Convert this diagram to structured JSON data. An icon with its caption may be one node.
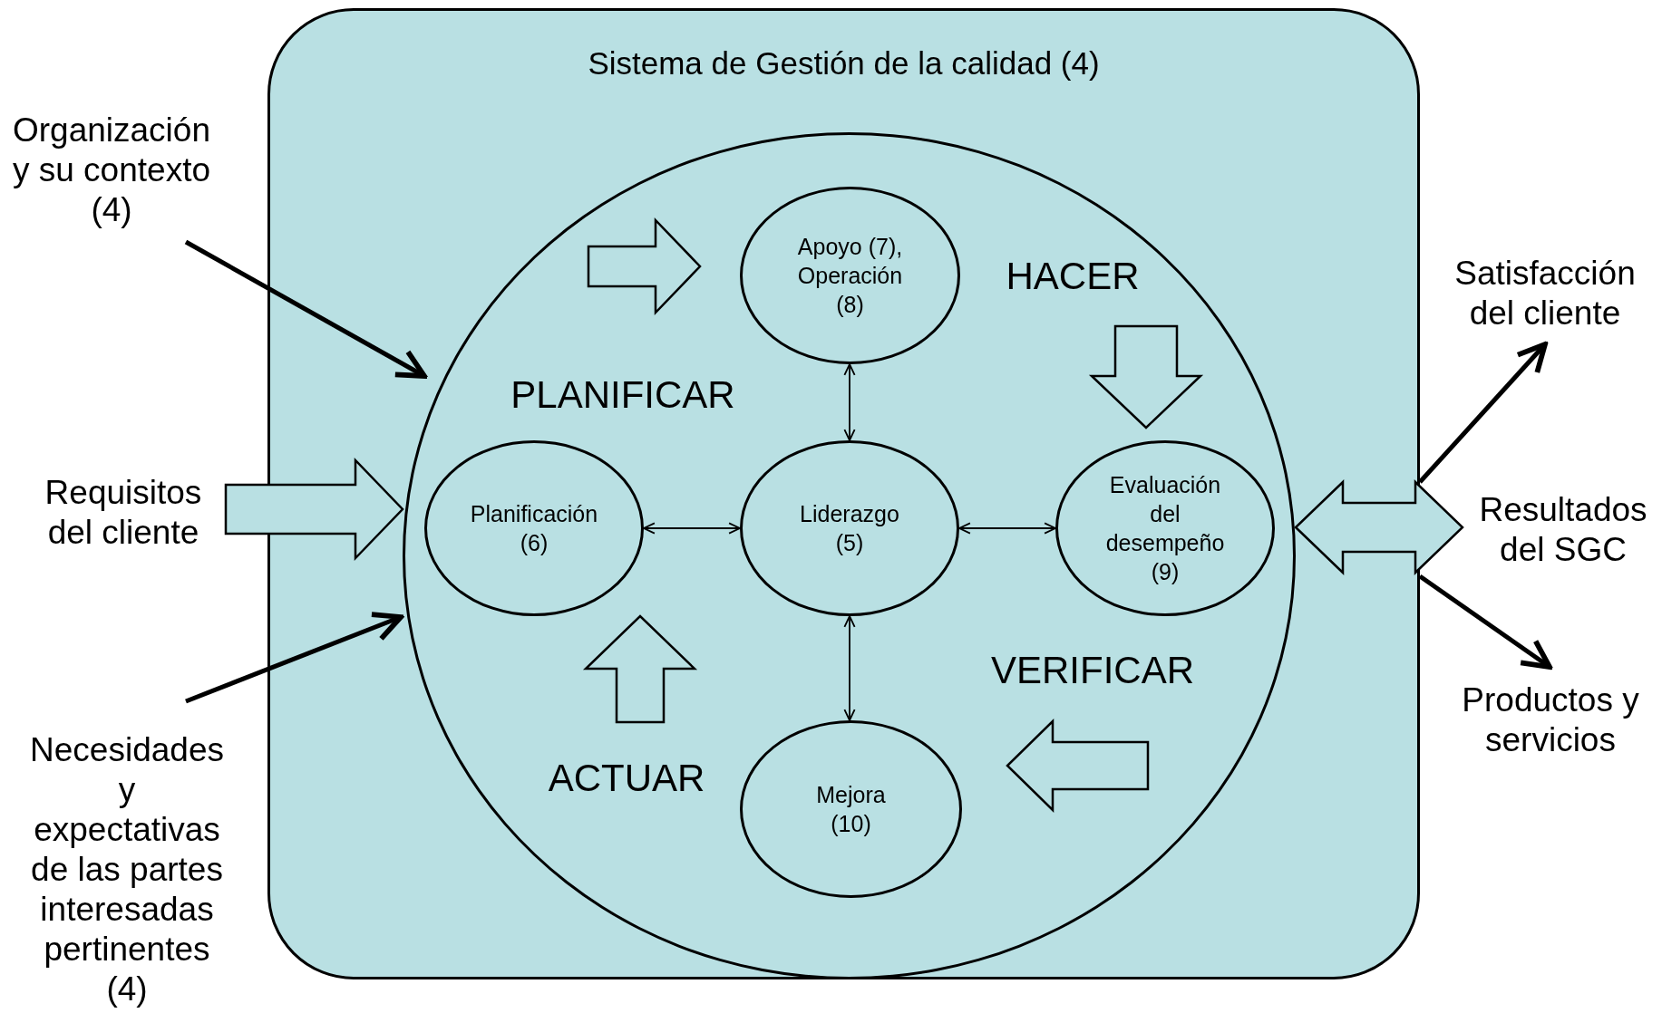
{
  "diagram": {
    "nodes": [
      {
        "text": [
          "Sistema de Gestión de la calidad (4)"
        ]
      },
      {
        "text": [],
        "shape": "circle",
        "in": 0
      },
      {
        "text": [
          "Apoyo (7), Operación (8)"
        ],
        "in": 1
      },
      {
        "text": [
          "Planificación (6)"
        ],
        "in": 1
      },
      {
        "text": [
          "Liderazgo (5)"
        ],
        "in": 1
      },
      {
        "text": [
          "Evaluación del desempeño (9)"
        ],
        "in": 1
      },
      {
        "text": [
          "Mejora (10)"
        ],
        "in": 1
      },
      {
        "text": [
          "Organización y su contexto (4)"
        ]
      },
      {
        "text": [
          "Requisitos del cliente"
        ]
      },
      {
        "text": [
          "Necesidades y expectativas de las partes interesadas pertinentes (4)"
        ]
      },
      {
        "text": [
          "Satisfacción del cliente"
        ]
      },
      {
        "text": [
          "Resultados del SGC"
        ]
      },
      {
        "text": [
          "Productos y servicios"
        ]
      }
    ],
    "edges": [
      {
        "from": 7,
        "to": 1,
        "arrow": "to",
        "style": "thick"
      },
      {
        "from": 8,
        "to": 1,
        "arrow": "to"
      },
      {
        "from": 9,
        "to": 1,
        "arrow": "to",
        "style": "thick"
      },
      {
        "from": 1,
        "to": 11,
        "arrow": "both"
      },
      {
        "from": 0,
        "to": 10,
        "arrow": "to",
        "style": "thick"
      },
      {
        "from": 0,
        "to": 12,
        "arrow": "to",
        "style": "thick"
      },
      {
        "from": 2,
        "to": 4,
        "arrow": "both"
      },
      {
        "from": 3,
        "to": 4,
        "arrow": "both"
      },
      {
        "from": 4,
        "to": 5,
        "arrow": "both"
      },
      {
        "from": 4,
        "to": 6,
        "arrow": "both"
      }
    ],
    "labels": [
      "HACER",
      "PLANIFICAR",
      "VERIFICAR",
      "ACTUAR"
    ]
  }
}
